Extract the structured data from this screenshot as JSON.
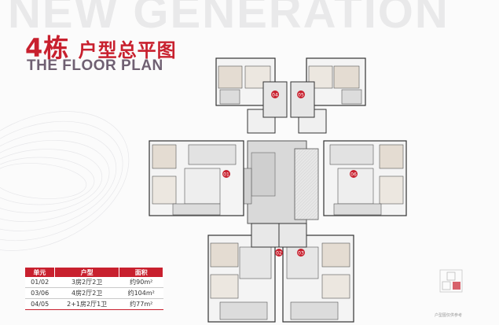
{
  "watermark": "NEW GENERATION",
  "title": {
    "number": "4栋",
    "text": "户型总平图"
  },
  "subtitle": "THE FLOOR PLAN",
  "plan_labels": [
    "04",
    "05",
    "01",
    "06",
    "02",
    "03"
  ],
  "table": {
    "headers": [
      "单元",
      "户型",
      "面积"
    ],
    "rows": [
      [
        "01/02",
        "3房2厅2卫",
        "约90m²"
      ],
      [
        "03/06",
        "4房2厅2卫",
        "约104m²"
      ],
      [
        "04/05",
        "2+1房2厅1卫",
        "约77m²"
      ]
    ]
  },
  "caption": "户型图仅供参考",
  "colors": {
    "accent": "#c8202e",
    "subtitle": "#6f6072"
  }
}
